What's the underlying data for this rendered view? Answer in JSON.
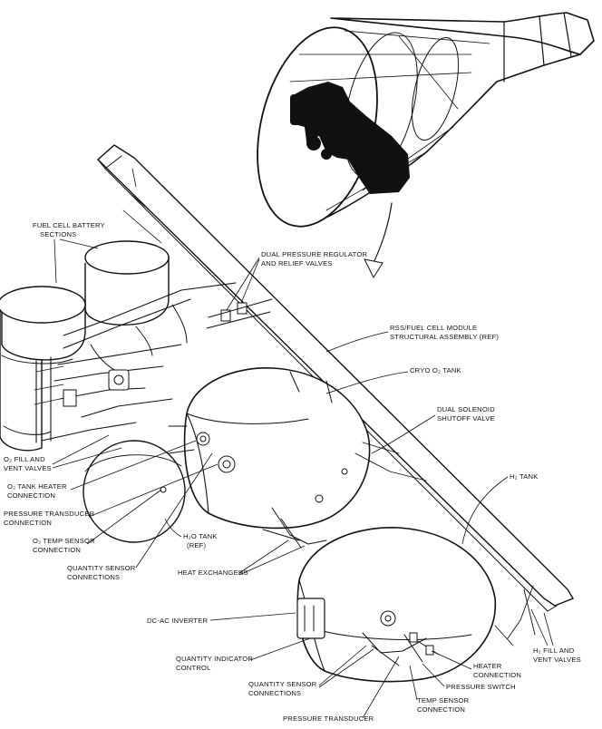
{
  "labels": {
    "fuel_cell_battery_1": "FUEL CELL BATTERY",
    "fuel_cell_battery_2": "SECTIONS",
    "dual_pressure_1": "DUAL PRESSURE REGULATOR",
    "dual_pressure_2": "AND RELIEF VALVES",
    "rss_module_1": "RSS/FUEL CELL MODULE",
    "rss_module_2": "STRUCTURAL ASSEMBLY (REF)",
    "cryo_o2_tank": "CRYO O₂ TANK",
    "dual_solenoid_1": "DUAL SOLENOID",
    "dual_solenoid_2": "SHUTOFF VALVE",
    "h2_tank": "H₂ TANK",
    "o2_fill_1": "O₂ FILL AND",
    "o2_fill_2": "VENT VALVES",
    "o2_heater_1": "O₂ TANK HEATER",
    "o2_heater_2": "CONNECTION",
    "pressure_transducer_conn_1": "PRESSURE TRANSDUCER",
    "pressure_transducer_conn_2": "CONNECTION",
    "o2_temp_1": "O₂ TEMP SENSOR",
    "o2_temp_2": "CONNECTION",
    "h2o_tank_1": "H₂O TANK",
    "h2o_tank_2": "(REF)",
    "quantity_sensor_upper_1": "QUANTITY SENSOR",
    "quantity_sensor_upper_2": "CONNECTIONS",
    "heat_exchangers": "HEAT EXCHANGERS",
    "dc_ac_inverter": "DC-AC INVERTER",
    "quantity_indicator_1": "QUANTITY INDICATOR",
    "quantity_indicator_2": "CONTROL",
    "quantity_sensor_lower_1": "QUANTITY SENSOR",
    "quantity_sensor_lower_2": "CONNECTIONS",
    "pressure_transducer": "PRESSURE TRANSDUCER",
    "temp_sensor_1": "TEMP SENSOR",
    "temp_sensor_2": "CONNECTION",
    "pressure_switch": "PRESSURE SWITCH",
    "heater_connection_1": "HEATER",
    "heater_connection_2": "CONNECTION",
    "h2_fill_1": "H₂ FILL AND",
    "h2_fill_2": "VENT VALVES"
  }
}
